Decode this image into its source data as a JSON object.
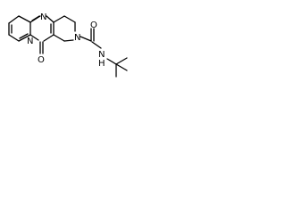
{
  "molecule": {
    "atoms": {
      "ring_n_top": "N",
      "ring_n_fused": "N",
      "carbonyl_o": "O",
      "ring_n_piperidine": "N",
      "amide_o": "O",
      "amide_n": "N",
      "amide_h": "H"
    }
  },
  "colors": {
    "bond": "#000000",
    "label": "#000000",
    "background": "#ffffff"
  }
}
